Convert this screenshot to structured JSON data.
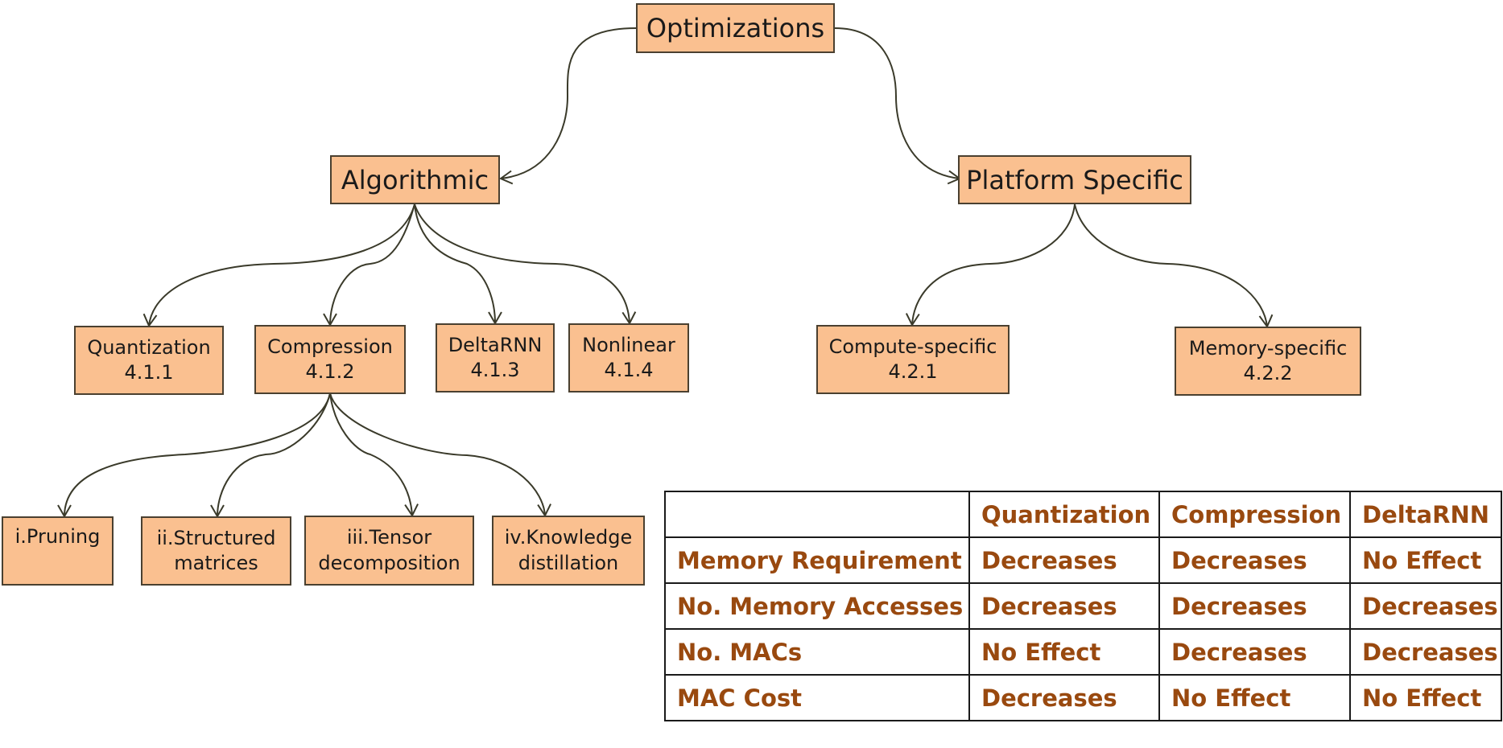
{
  "diagram": {
    "root": "Optimizations",
    "algorithmic": "Algorithmic",
    "platform_specific": "Platform Specific",
    "quantization": {
      "line1": "Quantization",
      "line2": "4.1.1"
    },
    "compression": {
      "line1": "Compression",
      "line2": "4.1.2"
    },
    "deltarnn": {
      "line1": "DeltaRNN",
      "line2": "4.1.3"
    },
    "nonlinear": {
      "line1": "Nonlinear",
      "line2": "4.1.4"
    },
    "compute_specific": {
      "line1": "Compute-specific",
      "line2": "4.2.1"
    },
    "memory_specific": {
      "line1": "Memory-specific",
      "line2": "4.2.2"
    },
    "pruning": {
      "line1": "i.Pruning"
    },
    "structured": {
      "line1": "ii.Structured",
      "line2": "matrices"
    },
    "tensor": {
      "line1": "iii.Tensor",
      "line2": "decomposition"
    },
    "knowledge": {
      "line1": "iv.Knowledge",
      "line2": "distillation"
    }
  },
  "table": {
    "headers": [
      "",
      "Quantization",
      "Compression",
      "DeltaRNN"
    ],
    "rows": [
      [
        "Memory Requirement",
        "Decreases",
        "Decreases",
        "No Effect"
      ],
      [
        "No. Memory Accesses",
        "Decreases",
        "Decreases",
        "Decreases"
      ],
      [
        "No. MACs",
        "No Effect",
        "Decreases",
        "Decreases"
      ],
      [
        "MAC Cost",
        "Decreases",
        "No Effect",
        "No Effect"
      ]
    ]
  },
  "colors": {
    "box_fill": "#fac090",
    "box_border": "#4a4030",
    "table_text": "#99490f",
    "edge": "#3a3a2a"
  }
}
